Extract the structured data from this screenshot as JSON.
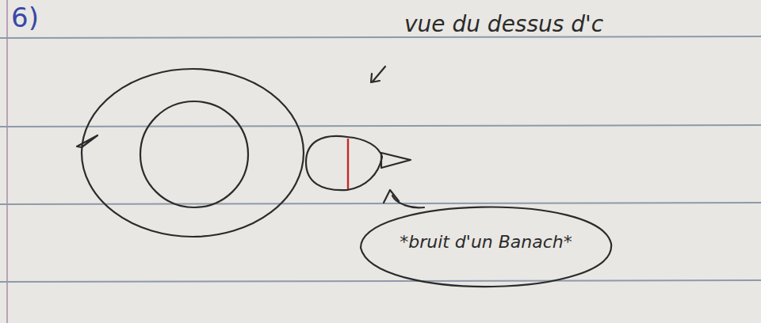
{
  "diagram": {
    "nodes": [
      {
        "text": [
          "*bruit d'un Banach*"
        ]
      }
    ],
    "labels": [
      "6)",
      "vue du dessus d'c"
    ]
  }
}
